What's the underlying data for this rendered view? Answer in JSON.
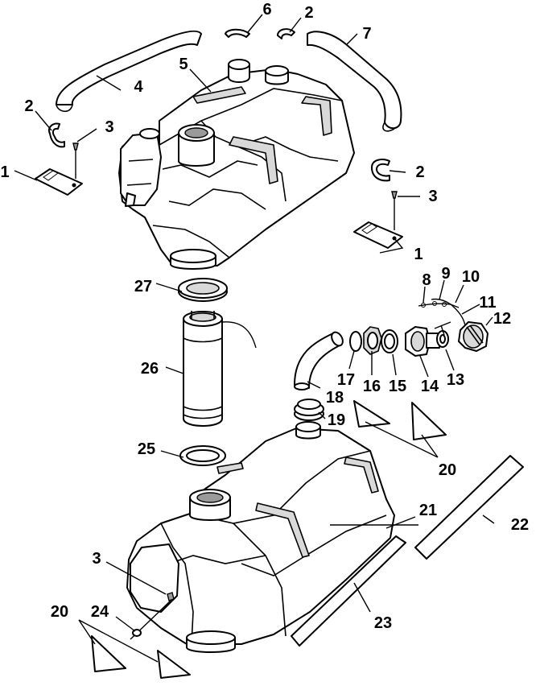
{
  "callouts": [
    {
      "id": "c1a",
      "text": "1"
    },
    {
      "id": "c1b",
      "text": "1"
    },
    {
      "id": "c2a",
      "text": "2"
    },
    {
      "id": "c2b",
      "text": "2"
    },
    {
      "id": "c2c",
      "text": "2"
    },
    {
      "id": "c3a",
      "text": "3"
    },
    {
      "id": "c3b",
      "text": "3"
    },
    {
      "id": "c3c",
      "text": "3"
    },
    {
      "id": "c4",
      "text": "4"
    },
    {
      "id": "c5",
      "text": "5"
    },
    {
      "id": "c6",
      "text": "6"
    },
    {
      "id": "c7",
      "text": "7"
    },
    {
      "id": "c8",
      "text": "8"
    },
    {
      "id": "c9",
      "text": "9"
    },
    {
      "id": "c10",
      "text": "10"
    },
    {
      "id": "c11",
      "text": "11"
    },
    {
      "id": "c12",
      "text": "12"
    },
    {
      "id": "c13",
      "text": "13"
    },
    {
      "id": "c14",
      "text": "14"
    },
    {
      "id": "c15",
      "text": "15"
    },
    {
      "id": "c16",
      "text": "16"
    },
    {
      "id": "c17",
      "text": "17"
    },
    {
      "id": "c18",
      "text": "18"
    },
    {
      "id": "c19",
      "text": "19"
    },
    {
      "id": "c20a",
      "text": "20"
    },
    {
      "id": "c20b",
      "text": "20"
    },
    {
      "id": "c21",
      "text": "21"
    },
    {
      "id": "c22",
      "text": "22"
    },
    {
      "id": "c23",
      "text": "23"
    },
    {
      "id": "c24",
      "text": "24"
    },
    {
      "id": "c25",
      "text": "25"
    },
    {
      "id": "c26",
      "text": "26"
    },
    {
      "id": "c27",
      "text": "27"
    }
  ],
  "colors": {
    "line": "#000000",
    "background": "#ffffff",
    "shade": "#d9d9d9"
  }
}
